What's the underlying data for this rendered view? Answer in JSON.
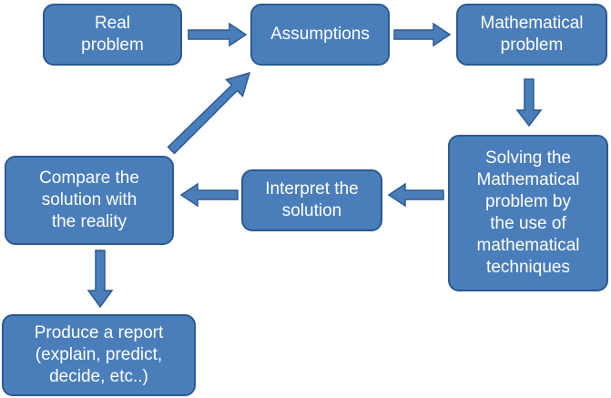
{
  "diagram": {
    "nodes": {
      "real_problem": "Real\nproblem",
      "assumptions": "Assumptions",
      "mathematical_problem": "Mathematical\nproblem",
      "solving": "Solving the\nMathematical\nproblem by\nthe use of\nmathematical\ntechniques",
      "interpret": "Interpret the\nsolution",
      "compare": "Compare the\nsolution with\nthe reality",
      "report": "Produce a report\n(explain, predict,\ndecide, etc..)"
    },
    "colors": {
      "box_fill": "#4a7ebb",
      "box_border": "#2c5a8e",
      "text": "#ffffff"
    }
  }
}
